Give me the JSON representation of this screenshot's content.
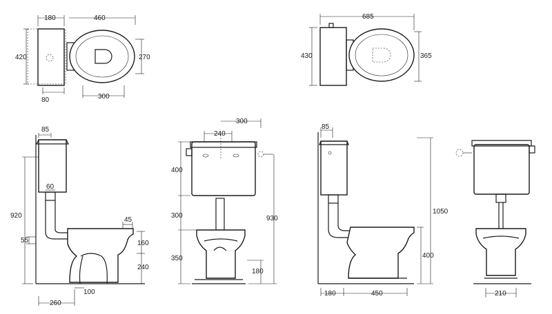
{
  "dimensions": {
    "top_left": {
      "w_tank": "180",
      "w_total": "460",
      "h_depth": "420",
      "h_bowl": "270",
      "w_bottom": "80",
      "w_bowl_span": "300"
    },
    "top_right": {
      "w_total": "685",
      "h_depth": "430",
      "h_bowl": "365"
    },
    "side_low": {
      "w_tank": "85",
      "pipe": "60",
      "h_total": "920",
      "h_outlet": "55",
      "w_seat_lip": "45",
      "h_lip": "160",
      "h_base": "240",
      "w_outlet": "100",
      "w_base": "260"
    },
    "front_low": {
      "w_outer": "300",
      "w_inner": "240",
      "h_tank": "400",
      "h_pipe": "300",
      "h_bowl": "350",
      "h_total": "930",
      "h_inlet": "180"
    },
    "side_high": {
      "w_tank": "85",
      "h_total": "1050",
      "h_bowl": "400",
      "w_back": "180",
      "w_base": "450"
    },
    "front_high": {
      "w_base": "210"
    }
  },
  "colors": {
    "line": "#1a1a1a",
    "background": "#ffffff"
  }
}
